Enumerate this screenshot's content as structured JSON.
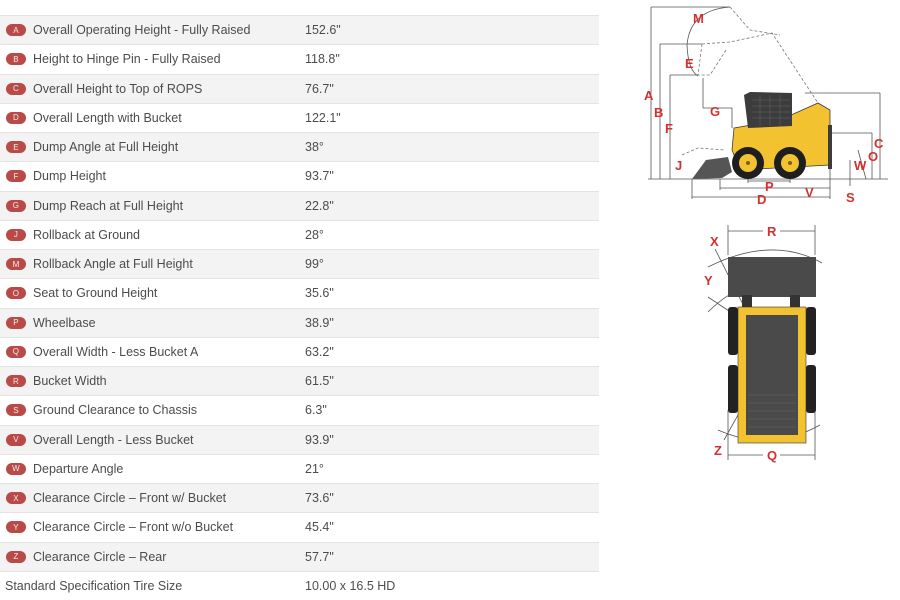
{
  "specs": [
    {
      "code": "A",
      "label": "Overall Operating Height - Fully Raised",
      "value": "152.6\""
    },
    {
      "code": "B",
      "label": "Height to Hinge Pin - Fully Raised",
      "value": "118.8\""
    },
    {
      "code": "C",
      "label": "Overall Height to Top of ROPS",
      "value": "76.7\""
    },
    {
      "code": "D",
      "label": "Overall Length with Bucket",
      "value": "122.1\""
    },
    {
      "code": "E",
      "label": "Dump Angle at Full Height",
      "value": "38°"
    },
    {
      "code": "F",
      "label": "Dump Height",
      "value": "93.7\""
    },
    {
      "code": "G",
      "label": "Dump Reach at Full Height",
      "value": "22.8\""
    },
    {
      "code": "J",
      "label": "Rollback at Ground",
      "value": "28°"
    },
    {
      "code": "M",
      "label": "Rollback Angle at Full Height",
      "value": "99°"
    },
    {
      "code": "O",
      "label": "Seat to Ground Height",
      "value": "35.6\""
    },
    {
      "code": "P",
      "label": "Wheelbase",
      "value": "38.9\""
    },
    {
      "code": "Q",
      "label": "Overall Width - Less Bucket A",
      "value": "63.2\""
    },
    {
      "code": "R",
      "label": "Bucket Width",
      "value": "61.5\""
    },
    {
      "code": "S",
      "label": "Ground Clearance to Chassis",
      "value": "6.3\""
    },
    {
      "code": "V",
      "label": "Overall Length - Less Bucket",
      "value": "93.9\""
    },
    {
      "code": "W",
      "label": "Departure Angle",
      "value": "21°"
    },
    {
      "code": "X",
      "label": "Clearance Circle – Front w/ Bucket",
      "value": "73.6\""
    },
    {
      "code": "Y",
      "label": "Clearance Circle – Front w/o Bucket",
      "value": "45.4\""
    },
    {
      "code": "Z",
      "label": "Clearance Circle – Rear",
      "value": "57.7\""
    }
  ],
  "tire": {
    "label": "Standard Specification Tire Size",
    "value": "10.00 x 16.5 HD"
  },
  "side_diagram": {
    "labels": {
      "A": "A",
      "B": "B",
      "C": "C",
      "D": "D",
      "E": "E",
      "F": "F",
      "G": "G",
      "J": "J",
      "M": "M",
      "O": "O",
      "P": "P",
      "S": "S",
      "V": "V",
      "W": "W"
    }
  },
  "top_diagram": {
    "labels": {
      "R": "R",
      "X": "X",
      "Y": "Y",
      "Z": "Z",
      "Q": "Q"
    }
  },
  "colors": {
    "badge": "#b84a48",
    "label_red": "#d3312f",
    "machine_yellow": "#f2c230",
    "row_alt": "#f3f3f3"
  }
}
